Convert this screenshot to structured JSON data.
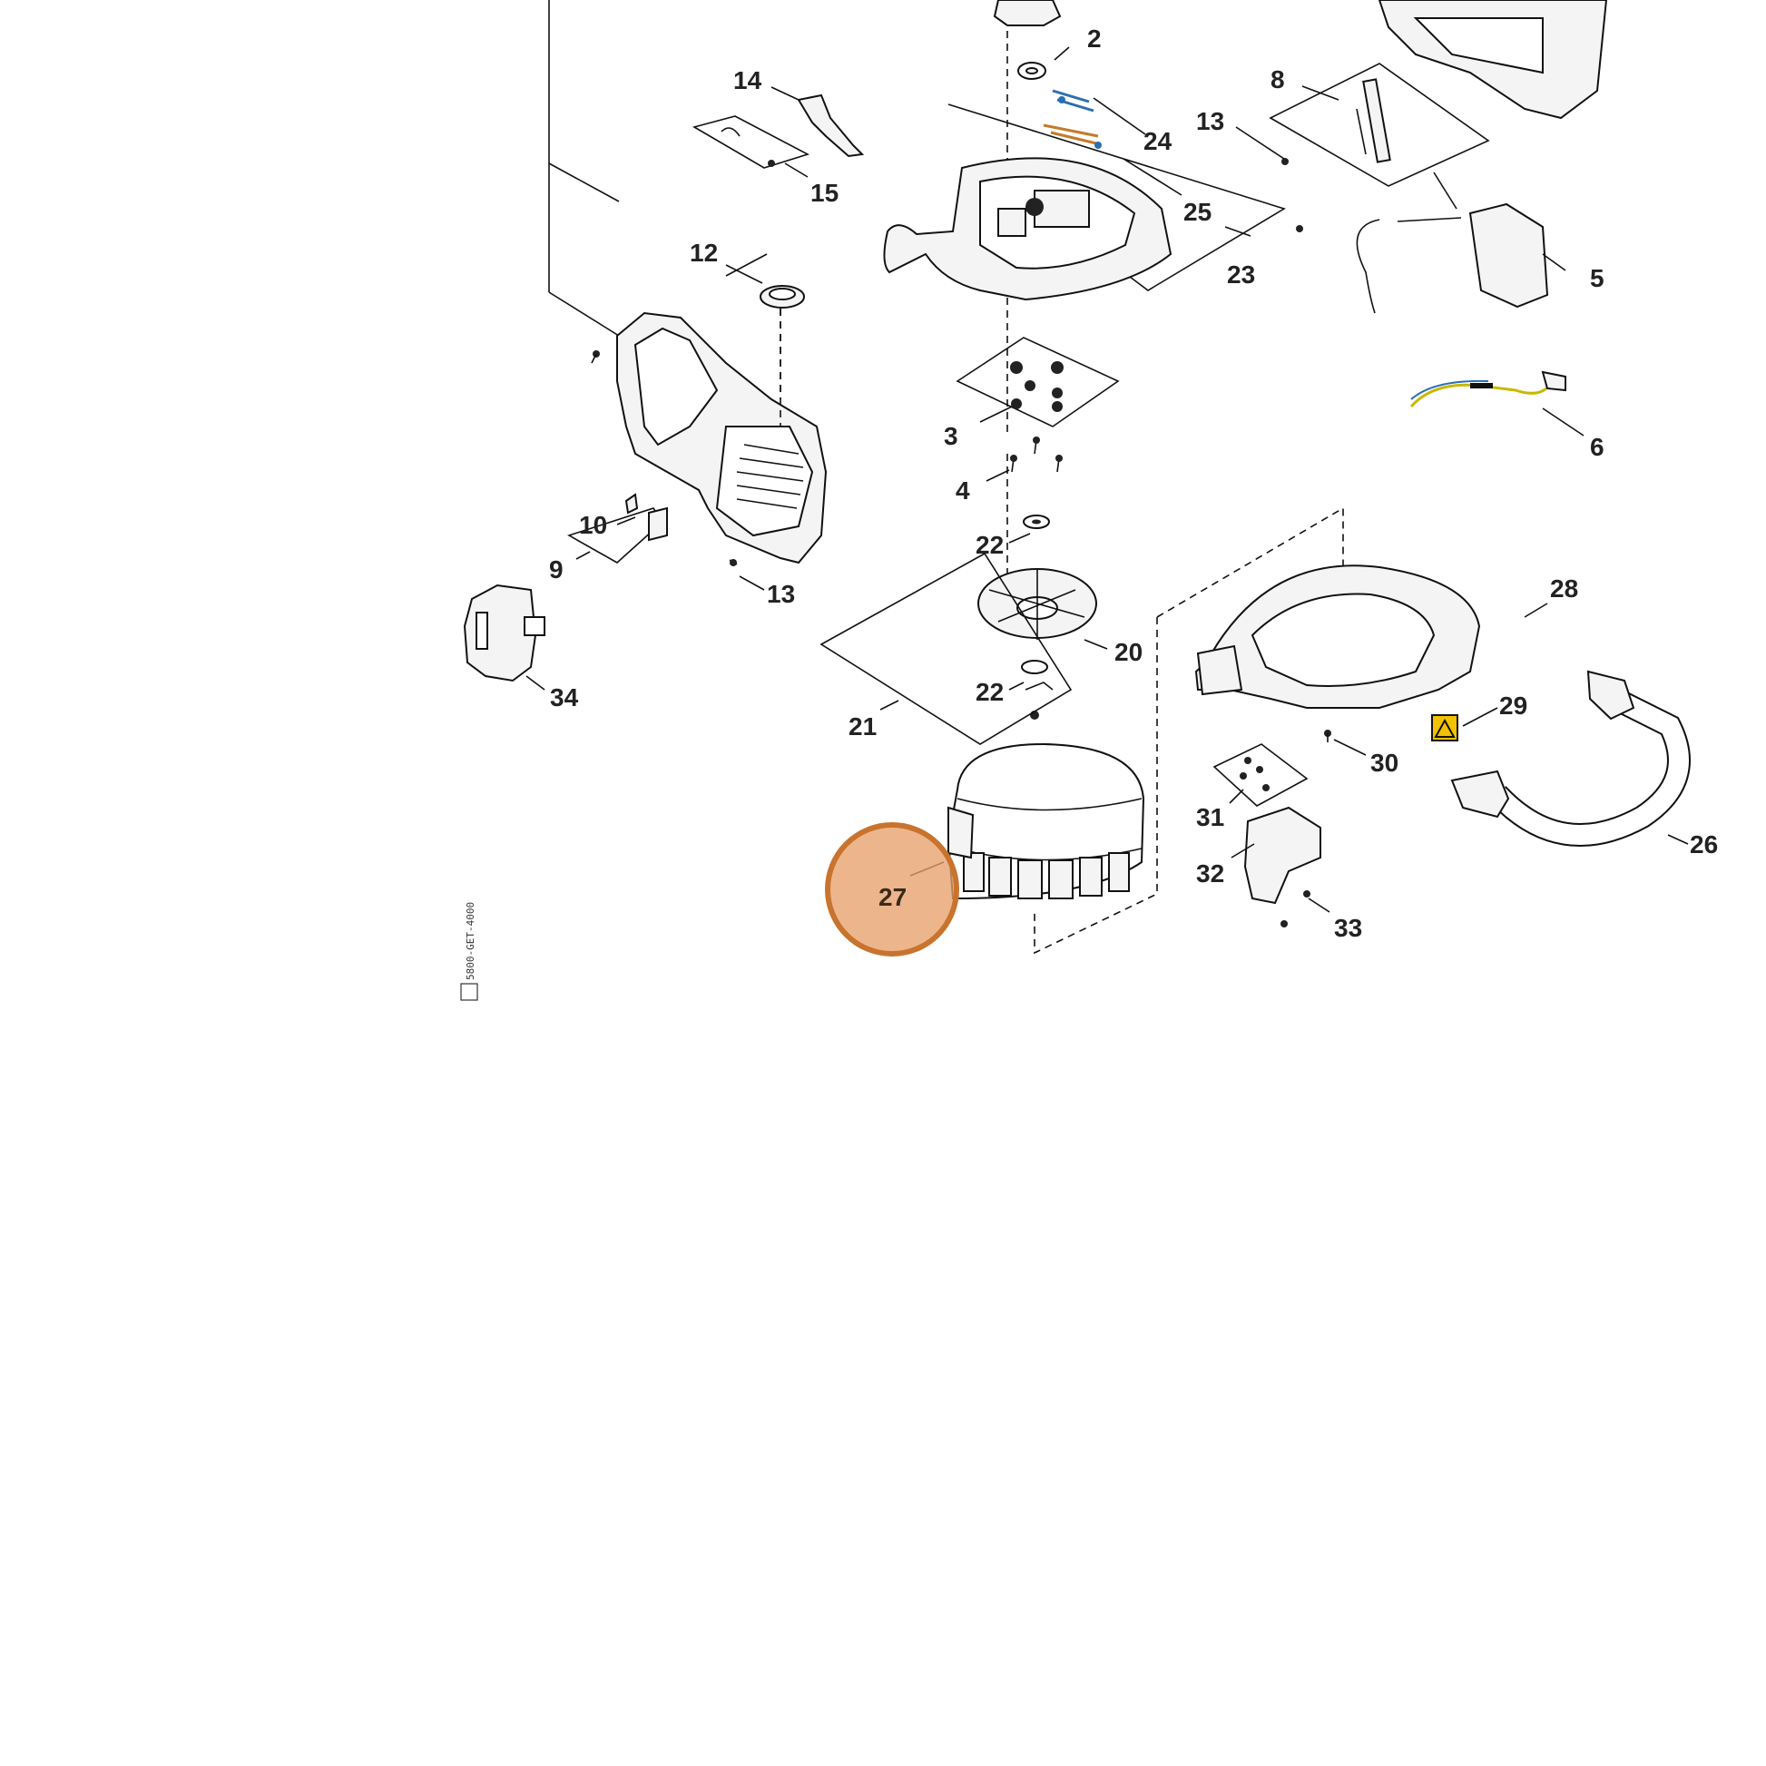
{
  "callouts": {
    "c2": "2",
    "c3": "3",
    "c4": "4",
    "c5": "5",
    "c6": "6",
    "c8": "8",
    "c9": "9",
    "c10": "10",
    "c12": "12",
    "c13a": "13",
    "c13b": "13",
    "c14": "14",
    "c15": "15",
    "c20": "20",
    "c21": "21",
    "c22a": "22",
    "c22b": "22",
    "c23": "23",
    "c24": "24",
    "c25": "25",
    "c26": "26",
    "c27": "27",
    "c28": "28",
    "c29": "29",
    "c30": "30",
    "c31": "31",
    "c32": "32",
    "c33": "33",
    "c34": "34"
  },
  "selected_part": "27",
  "highlight_color": "#e8a06a",
  "highlight_stroke": "#c8732e",
  "drawing_code": "5800-GET-4000"
}
